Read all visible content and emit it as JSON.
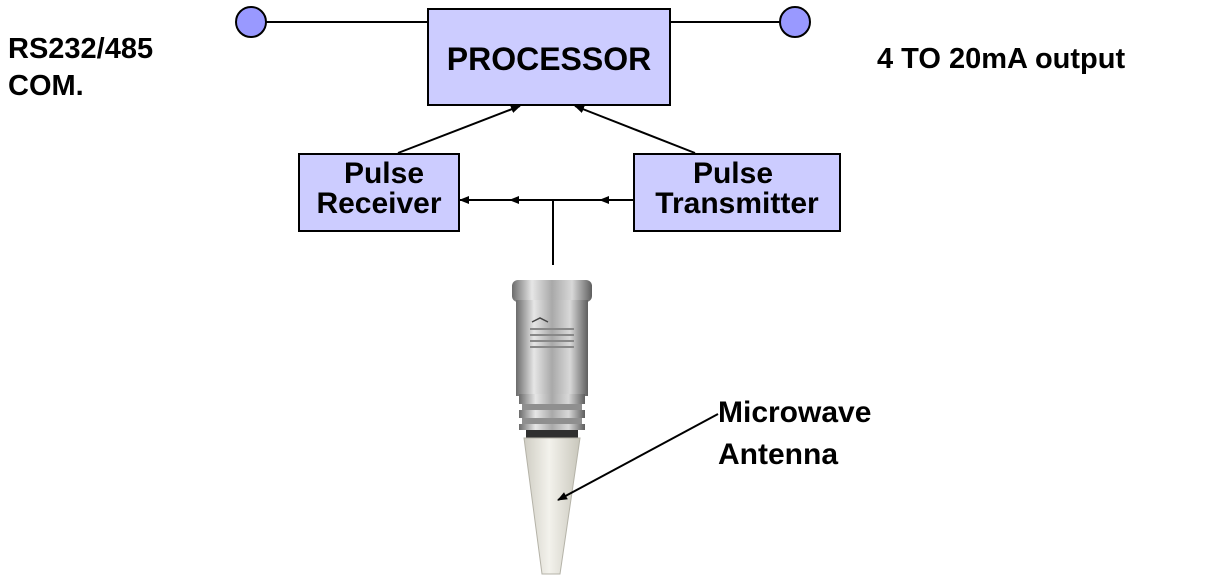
{
  "diagram": {
    "processor": {
      "label": "PROCESSOR"
    },
    "receiver": {
      "line1": "Pulse",
      "line2": "Receiver"
    },
    "transmitter": {
      "line1": "Pulse",
      "line2": "Transmitter"
    },
    "com_port": {
      "line1": "RS232/485",
      "line2": "COM."
    },
    "output": {
      "label": "4 TO 20mA output"
    },
    "antenna": {
      "line1": "Microwave",
      "line2": "Antenna"
    }
  },
  "colors": {
    "box_fill": "#ccccff",
    "terminal_fill": "#9999ff",
    "line": "#000000",
    "antenna_body": "#b8b8b8",
    "antenna_probe": "#e8e6dc"
  },
  "icons": [
    "com-terminal-icon",
    "output-terminal-icon",
    "radar-sensor-image"
  ]
}
